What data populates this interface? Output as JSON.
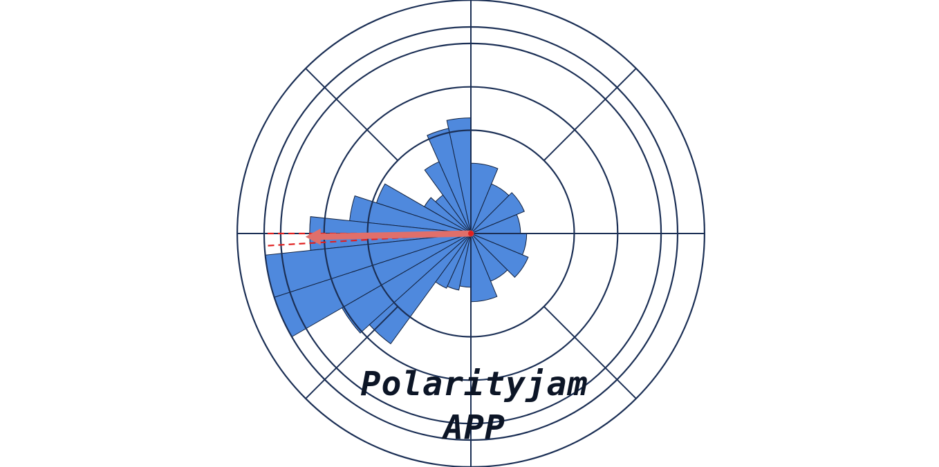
{
  "logo": {
    "line1": "Polarityjam",
    "line2": "APP"
  },
  "colors": {
    "ring": "#1b2f55",
    "sector_fill": "#4f89dd",
    "sector_stroke": "#11203c",
    "mean_vector": "#e06f6a",
    "dashed_lines": "#e02020",
    "text": "#0c1526"
  },
  "rose_plot": {
    "sector_values": [
      0.56,
      0.52,
      0.38,
      0.23,
      0.26,
      0.48,
      0.59,
      0.78,
      1.0,
      1.0,
      0.72,
      0.66,
      0.29,
      0.28,
      0.26
    ],
    "mean_vector_length": 0.78
  }
}
